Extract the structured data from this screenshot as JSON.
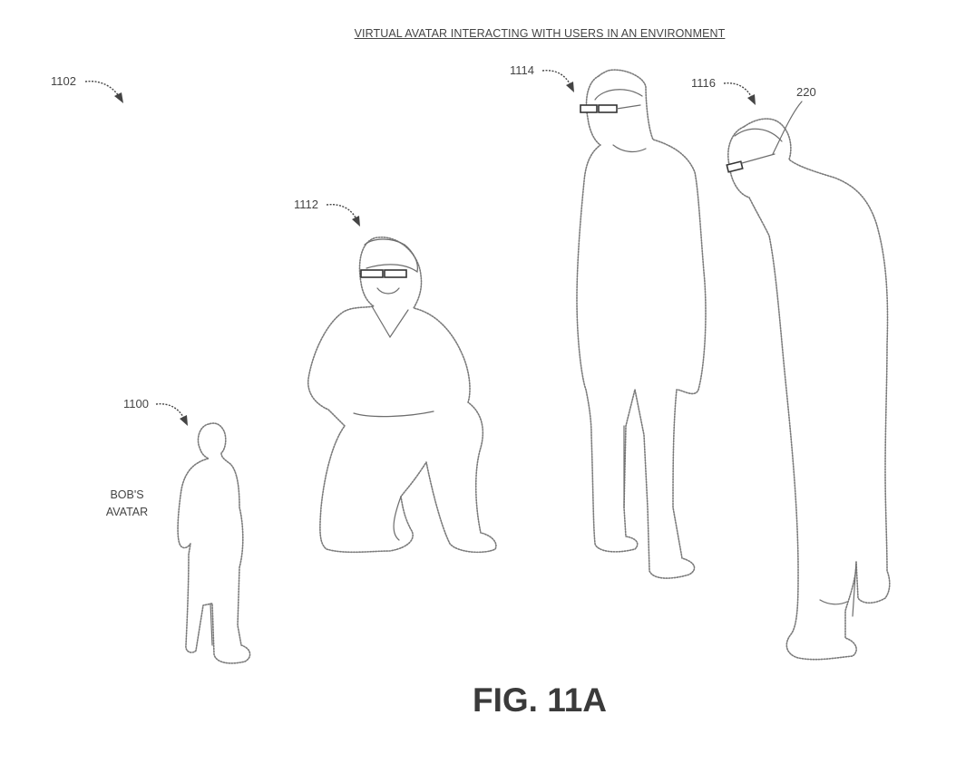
{
  "figure": {
    "title": "VIRTUAL AVATAR INTERACTING WITH USERS IN AN ENVIRONMENT",
    "caption": "FIG. 11A"
  },
  "references": {
    "environment": "1102",
    "bobs_avatar": "1100",
    "crouching_user": "1112",
    "standing_user": "1114",
    "leaning_user": "1116",
    "headset": "220"
  },
  "labels": {
    "avatar_line1": "BOB'S",
    "avatar_line2": "AVATAR"
  },
  "colors": {
    "line": "#7a7a7a",
    "text": "#444444"
  }
}
